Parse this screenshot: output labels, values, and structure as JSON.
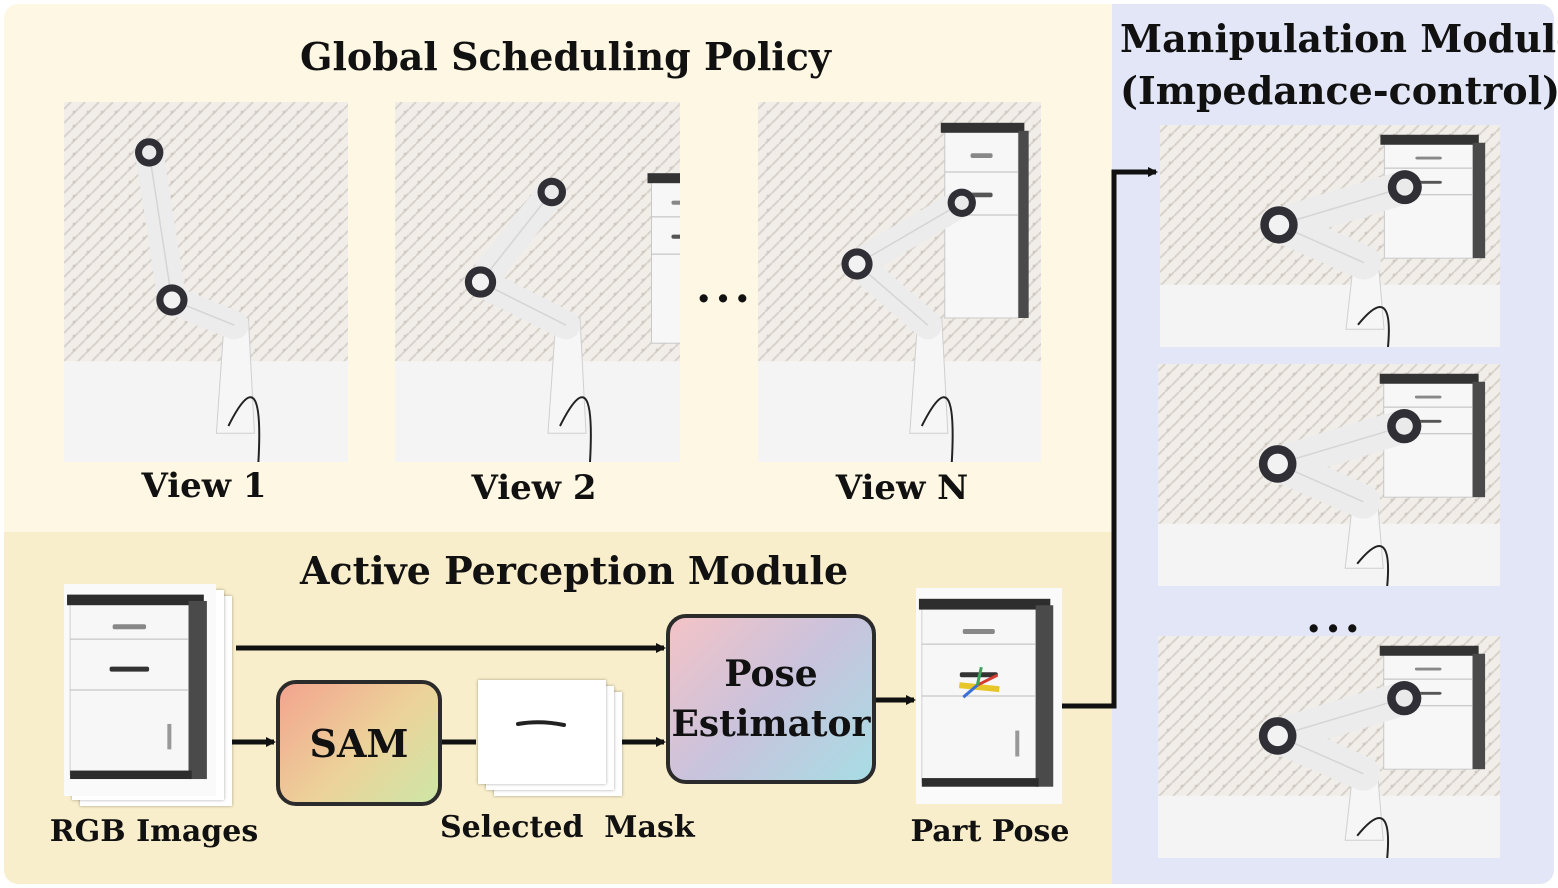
{
  "global_panel": {
    "title": "Global Scheduling Policy",
    "views": [
      {
        "label": "View 1"
      },
      {
        "label": "View 2"
      },
      {
        "label": "View N"
      }
    ],
    "ellipsis": "..."
  },
  "active_panel": {
    "title": "Active Perception Module",
    "rgb_label": "RGB Images",
    "sam_label": "SAM",
    "mask_label": "Selected  Mask",
    "pose_estimator_line1": "Pose",
    "pose_estimator_line2": "Estimator",
    "part_pose_label": "Part Pose"
  },
  "manip_panel": {
    "title_line1": "Manipulation Module",
    "title_line2": "(Impedance-control)",
    "ellipsis": "..."
  },
  "colors": {
    "global_bg": "#fdf7e3",
    "active_bg": "#f9eecb",
    "manip_bg": "#e3e6f6",
    "arrow": "#111111"
  }
}
